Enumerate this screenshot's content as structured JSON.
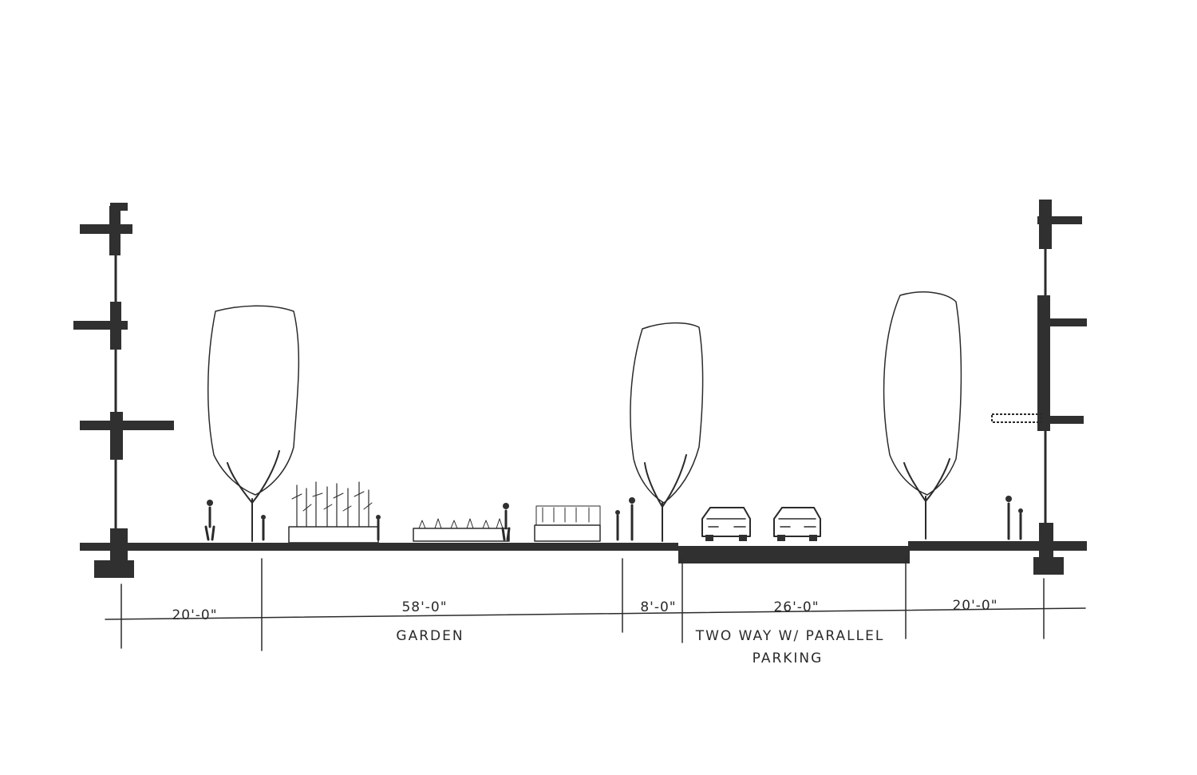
{
  "dimensions": [
    {
      "id": "left-sidewalk",
      "text": "20'-0\""
    },
    {
      "id": "garden",
      "text": "58'-0\""
    },
    {
      "id": "planting-strip",
      "text": "8'-0\""
    },
    {
      "id": "roadway",
      "text": "26'-0\""
    },
    {
      "id": "right-sidewalk",
      "text": "20'-0\""
    }
  ],
  "labels": {
    "garden": "GARDEN",
    "roadway_line1": "TWO WAY W/ PARALLEL",
    "roadway_line2": "PARKING"
  },
  "colors": {
    "ink": "#2b2b2b",
    "paper": "#ffffff"
  }
}
